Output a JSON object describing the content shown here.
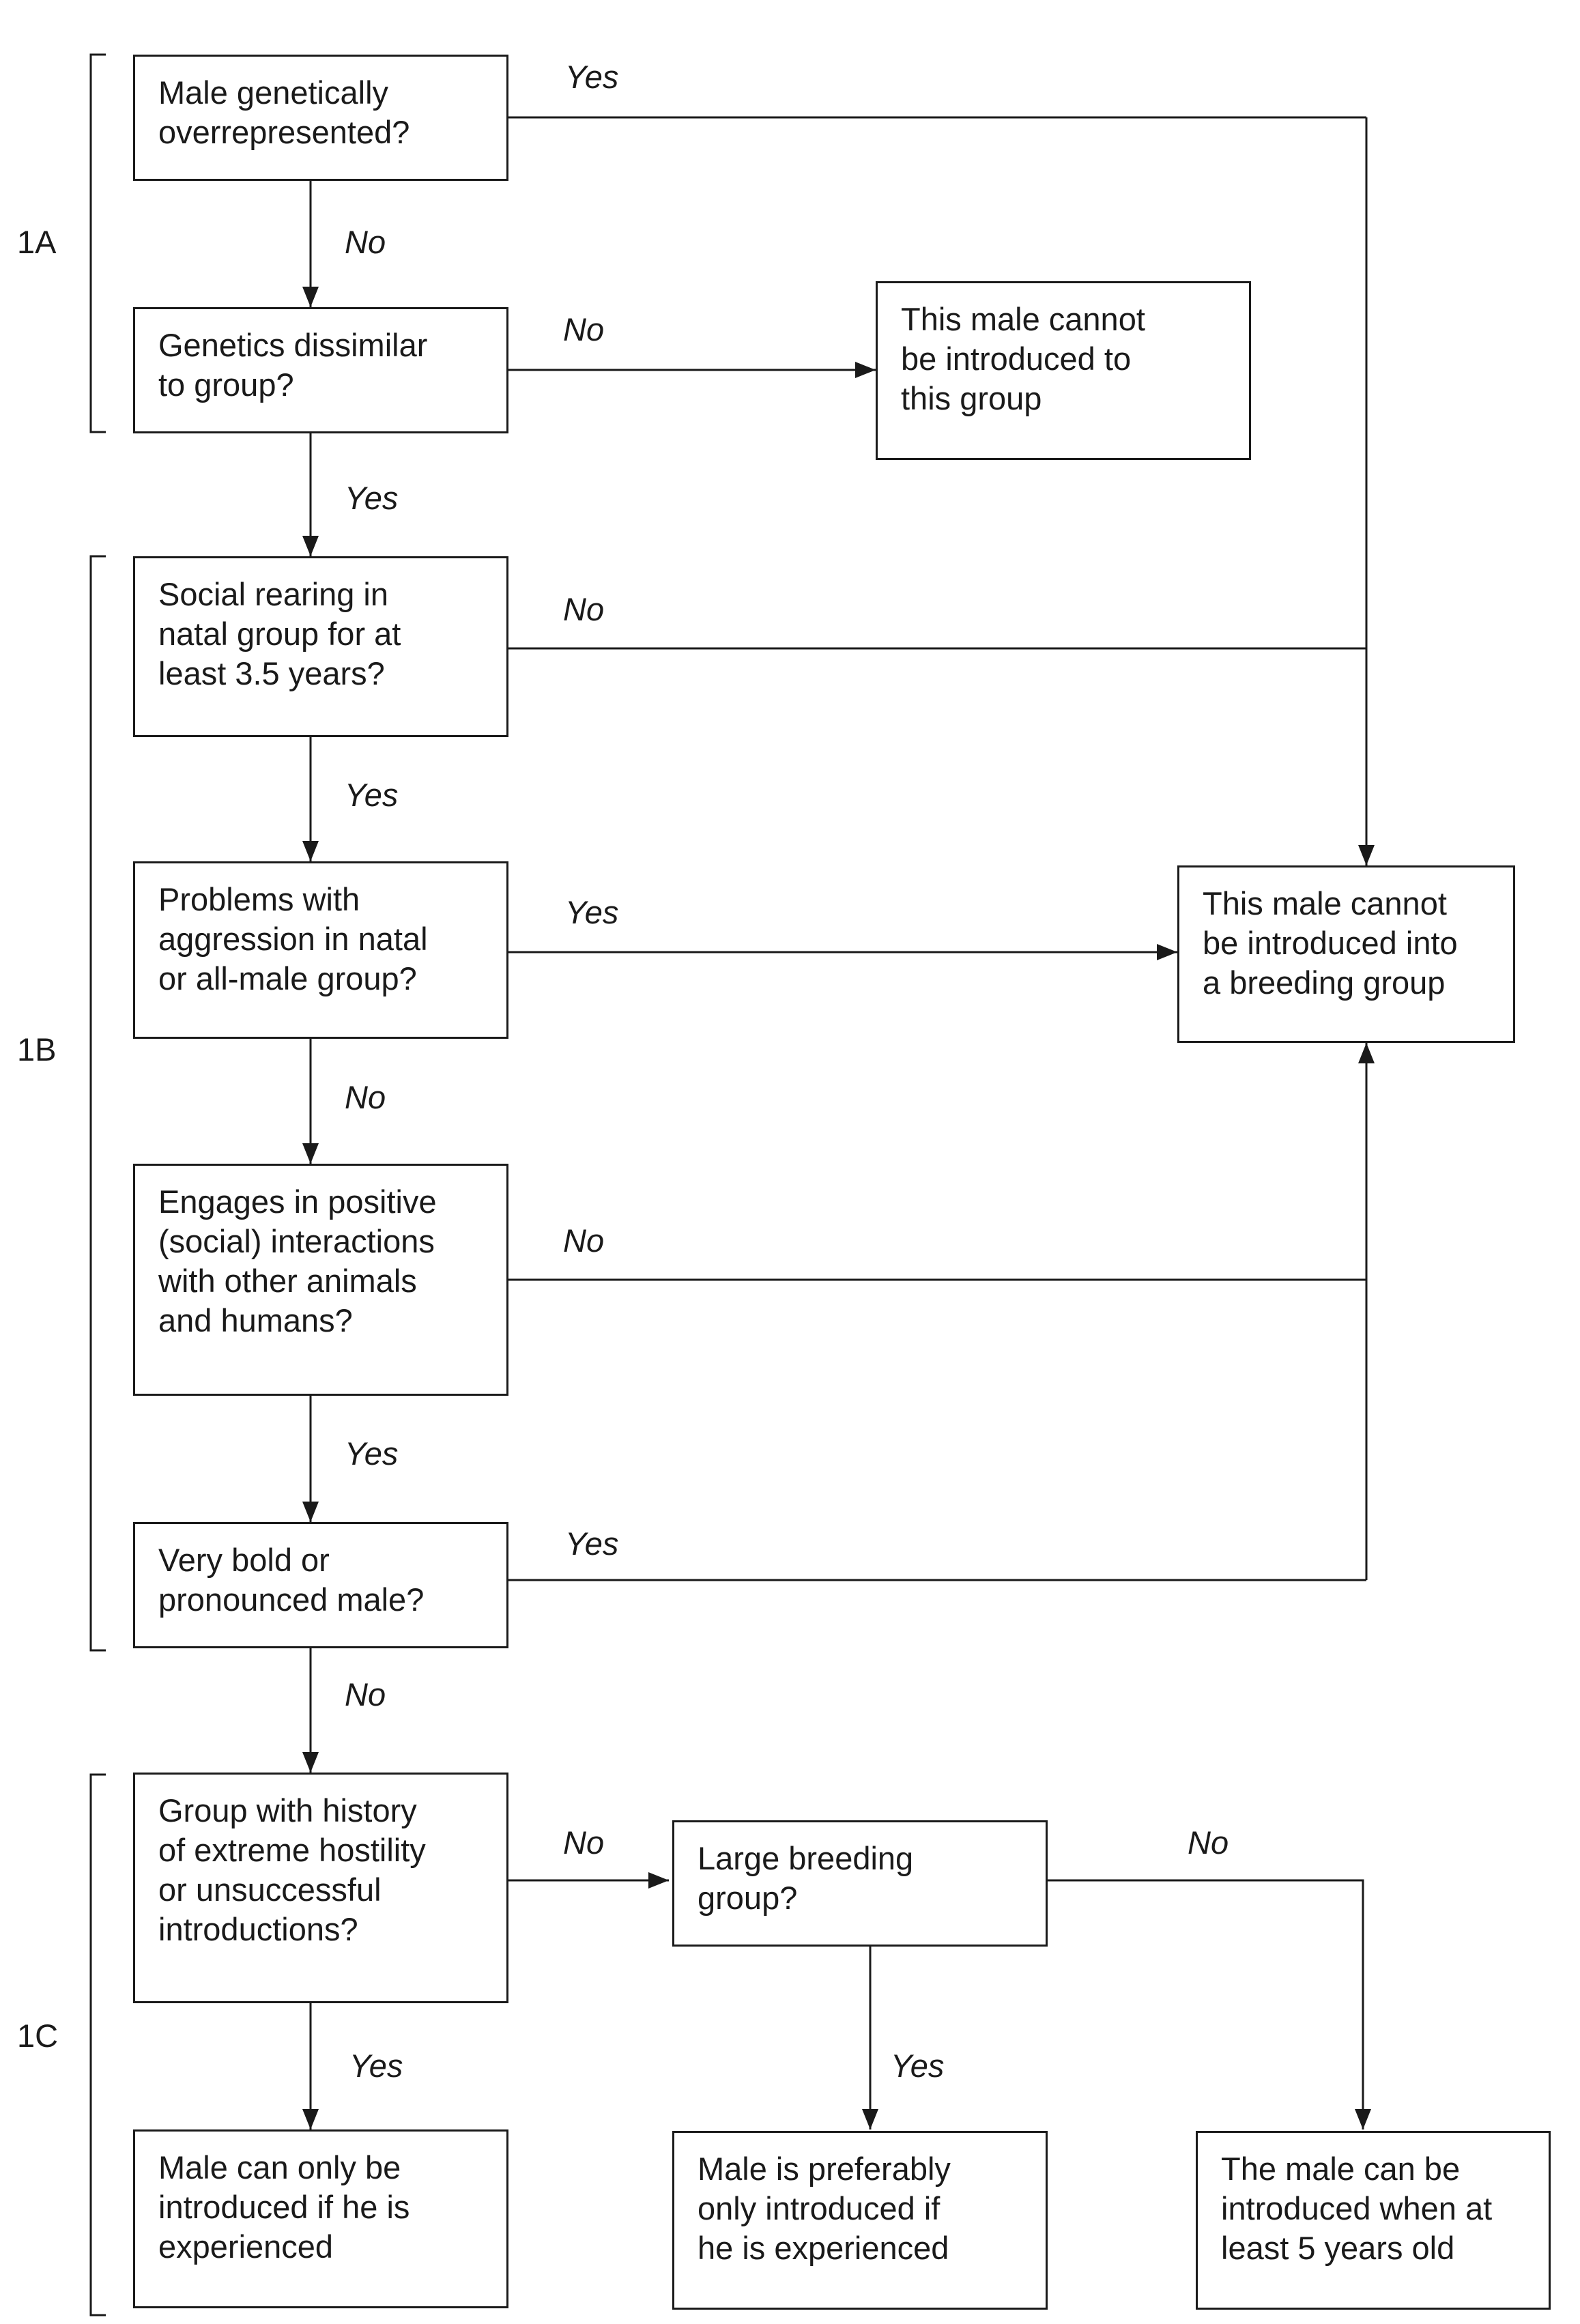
{
  "sections": {
    "a": "1A",
    "b": "1B",
    "c": "1C"
  },
  "boxes": {
    "q1": "Male genetically\noverrepresented?",
    "q2": "Genetics dissimilar\nto group?",
    "r_group": "This male cannot\nbe introduced to\nthis group",
    "q3": "Social rearing in\nnatal group for at\nleast 3.5 years?",
    "q4": "Problems with\naggression in natal\nor all-male group?",
    "r_breeding": "This male cannot\nbe introduced into\na breeding group",
    "q5": "Engages in positive\n(social) interactions\nwith other animals\nand humans?",
    "q6": "Very bold or\npronounced male?",
    "q7": "Group with history\nof extreme hostility\nor unsuccessful\nintroductions?",
    "q8": "Large breeding\ngroup?",
    "r_experienced": "Male can only be\nintroduced if he is\nexperienced",
    "r_preferably": "Male is preferably\nonly introduced if\nhe is experienced",
    "r_age": "The male can be\nintroduced when at\nleast 5 years old"
  },
  "labels": {
    "q1_yes": "Yes",
    "q1_no": "No",
    "q2_no": "No",
    "q2_yes": "Yes",
    "q3_no": "No",
    "q3_yes": "Yes",
    "q4_yes": "Yes",
    "q4_no": "No",
    "q5_no": "No",
    "q5_yes": "Yes",
    "q6_yes": "Yes",
    "q6_no": "No",
    "q7_no": "No",
    "q7_yes": "Yes",
    "q8_no": "No",
    "q8_yes": "Yes"
  },
  "colors": {
    "line": "#1a1a1a",
    "background": "#ffffff"
  }
}
